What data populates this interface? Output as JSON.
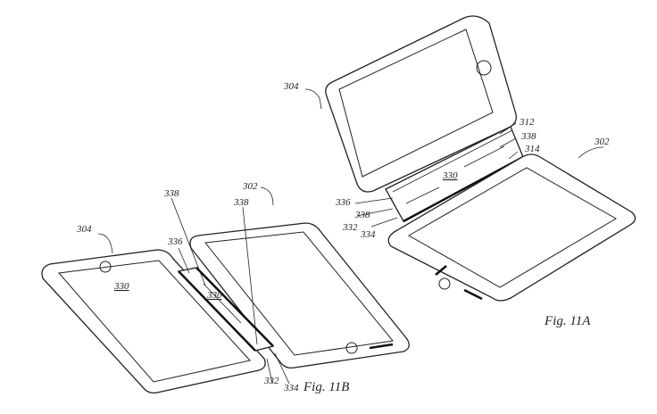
{
  "figures": {
    "fig_a": {
      "caption": "Fig. 11A",
      "labels": {
        "device_top": "304",
        "device_bottom": "302",
        "l312": "312",
        "l338a": "338",
        "l314": "314",
        "hinge": "330",
        "l336": "336",
        "l338b": "338",
        "l332": "332",
        "l334": "334"
      }
    },
    "fig_b": {
      "caption": "Fig. 11B",
      "labels": {
        "device_left": "304",
        "device_right": "302",
        "l338a": "338",
        "l338b": "338",
        "l336": "336",
        "screen_left": "330",
        "hinge": "330",
        "l332": "332",
        "l334": "334"
      }
    }
  }
}
